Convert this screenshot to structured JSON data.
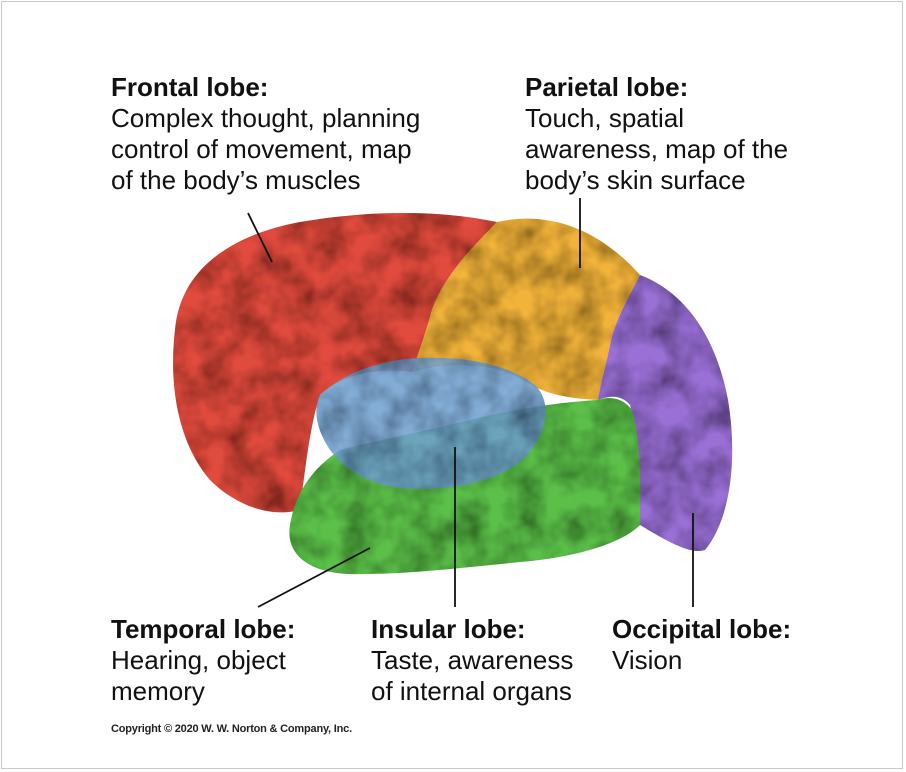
{
  "labels": {
    "frontal": {
      "title": "Frontal lobe:",
      "desc": "Complex thought, planning\ncontrol of movement, map\nof the body’s muscles",
      "color": "#e04c3c"
    },
    "parietal": {
      "title": "Parietal lobe:",
      "desc": "Touch, spatial\nawareness, map of the\nbody’s skin surface",
      "color": "#f2b33a"
    },
    "temporal": {
      "title": "Temporal lobe:",
      "desc": "Hearing, object\nmemory",
      "color": "#5cbf4a"
    },
    "insular": {
      "title": "Insular lobe:",
      "desc": "Taste, awareness\nof internal organs",
      "color": "#6f9fcf"
    },
    "occipital": {
      "title": "Occipital lobe:",
      "desc": "Vision",
      "color": "#9a6fd6"
    }
  },
  "copyright": "Copyright © 2020 W. W. Norton & Company, Inc."
}
